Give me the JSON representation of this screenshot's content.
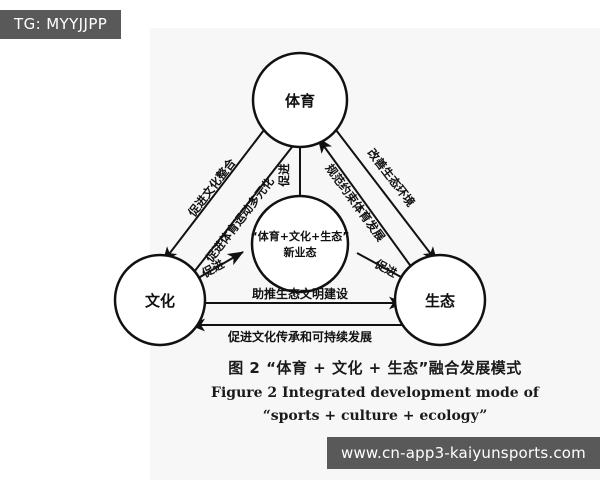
{
  "watermarks": {
    "top_badge": "TG: MYYJJPP",
    "bottom_badge": "www.cn-app3-kaiyunsports.com"
  },
  "diagram": {
    "nodes": {
      "top": "体育",
      "bottom_left": "文化",
      "bottom_right": "生态",
      "center_line1": "“体育+文化+生态”",
      "center_line2": "新业态"
    },
    "edge_labels": {
      "left_outer": "促进文化整合",
      "left_inner": "促进体育运动多元化",
      "top_center": "促进",
      "right_inner": "规范约束体育发展",
      "right_outer": "改善生态环境",
      "center_left": "促进",
      "center_right": "促进",
      "bottom_upper": "助推生态文明建设",
      "bottom_lower": "促进文化传承和可持续发展"
    }
  },
  "caption": {
    "chinese": "图 2    “体育 + 文化 + 生态”融合发展模式",
    "english_line1": "Figure 2    Integrated development mode of",
    "english_line2": "“sports + culture + ecology”"
  },
  "colors": {
    "stroke": "#111111",
    "paper": "#f7f7f7",
    "watermark_bg": "#595959",
    "watermark_text": "#ffffff"
  }
}
